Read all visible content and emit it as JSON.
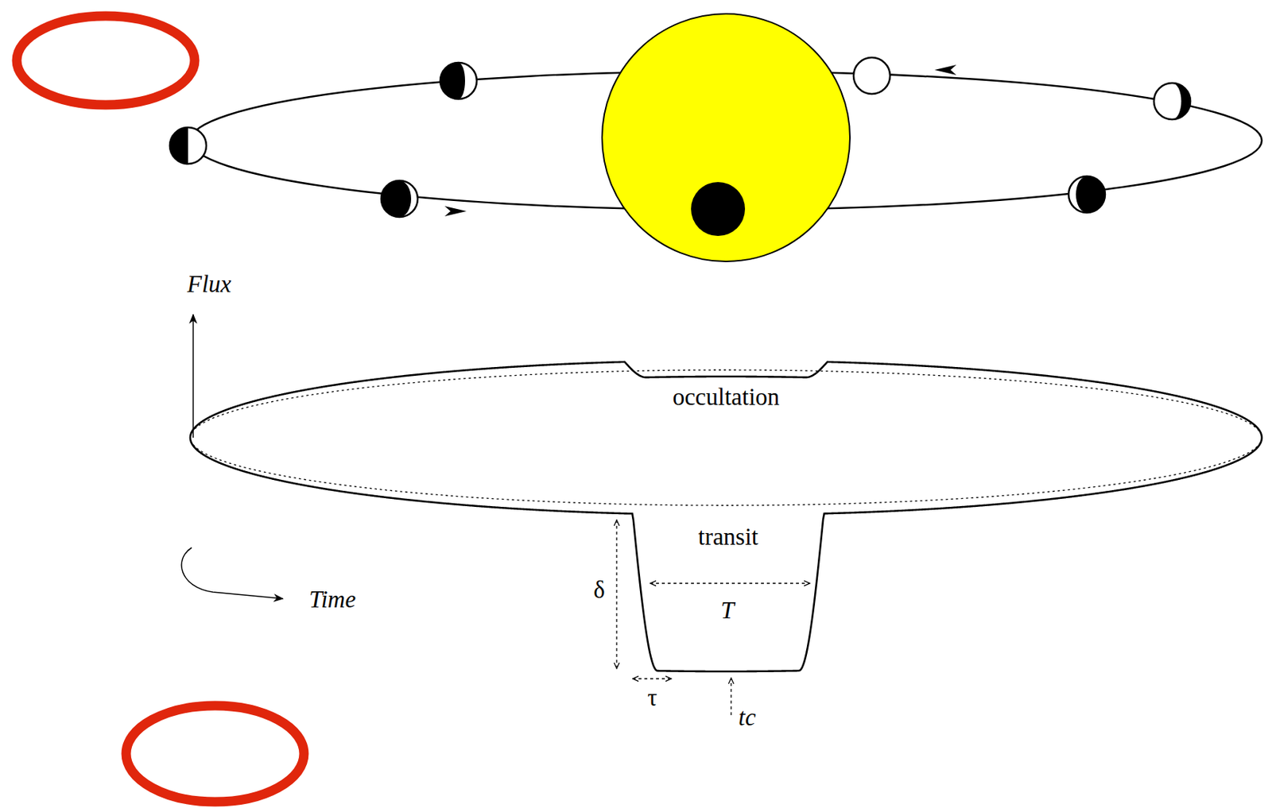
{
  "diagram": {
    "labels": [
      "Flux",
      "Time",
      "occultation",
      "transit",
      "δ",
      "T",
      "τ",
      "tc"
    ]
  }
}
